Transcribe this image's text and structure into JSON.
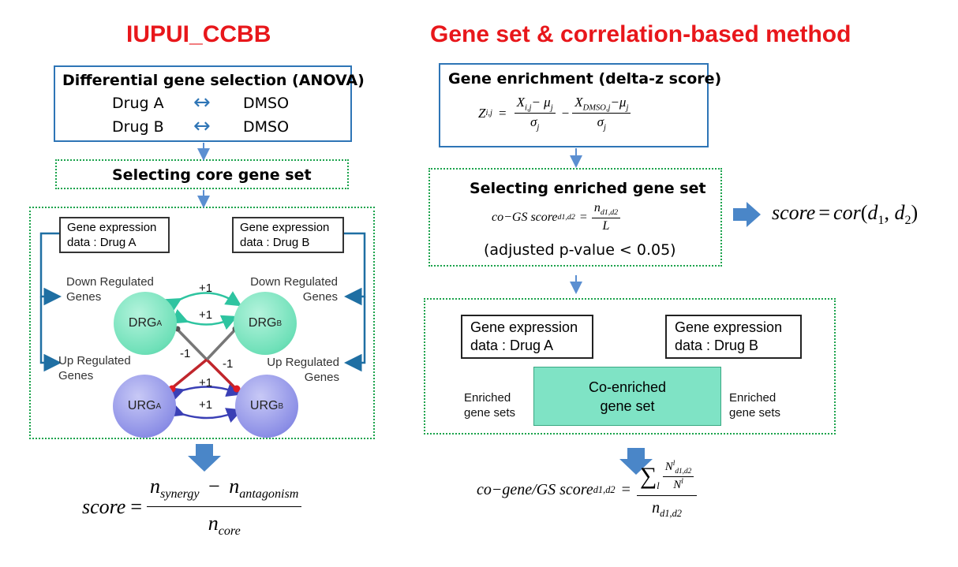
{
  "left": {
    "title": "IUPUI_CCBB",
    "anova": {
      "title": "Differential gene selection (ANOVA)",
      "rows": [
        {
          "drug": "Drug A",
          "arrow": "↔",
          "ref": "DMSO"
        },
        {
          "drug": "Drug B",
          "arrow": "↔",
          "ref": "DMSO"
        }
      ]
    },
    "core_title": "Selecting core gene set",
    "network": {
      "expr_a": [
        "Gene expression",
        "data : Drug A"
      ],
      "expr_b": [
        "Gene expression",
        "data : Drug B"
      ],
      "down_left": [
        "Down Regulated",
        "Genes"
      ],
      "down_right": [
        "Down Regulated",
        "Genes"
      ],
      "up_left": [
        "Up Regulated",
        "Genes"
      ],
      "up_right": [
        "Up Regulated",
        "Genes"
      ],
      "drg_a": {
        "base": "DRG",
        "sub": "A"
      },
      "drg_b": {
        "base": "DRG",
        "sub": "B"
      },
      "urg_a": {
        "base": "URG",
        "sub": "A"
      },
      "urg_b": {
        "base": "URG",
        "sub": "B"
      },
      "plus_top_1": "+1",
      "plus_top_2": "+1",
      "minus_left": "-1",
      "minus_right": "-1",
      "plus_bottom_1": "+1",
      "plus_bottom_2": "+1"
    },
    "formula": {
      "lhs": "score",
      "eq": "=",
      "num_a": "n",
      "num_a_sub": "synergy",
      "minus": "−",
      "num_b": "n",
      "num_b_sub": "antagonism",
      "den": "n",
      "den_sub": "core"
    }
  },
  "right": {
    "title": "Gene set & correlation-based method",
    "enrichment": {
      "title": "Gene enrichment (delta-z score)",
      "lhs": "Z",
      "lhs_sub": "i,j",
      "eq": "=",
      "t1_num": "X",
      "t1_num_sub": "i,j",
      "t1_minus": "− μ",
      "t1_mu_sub": "j",
      "t1_den": "σ",
      "t1_den_sub": "j",
      "op": "−",
      "t2_num": "X",
      "t2_num_sub": "DMSO,j",
      "t2_minus": "−μ",
      "t2_mu_sub": "j",
      "t2_den": "σ",
      "t2_den_sub": "j"
    },
    "enriched_set": {
      "title": "Selecting enriched gene set",
      "lhs": "co−GS score",
      "lhs_sub": "d1,d2",
      "eq": "=",
      "num": "n",
      "num_sub": "d1,d2",
      "den": "L",
      "note": "(adjusted p-value < 0.05)"
    },
    "cor_formula": {
      "lhs": "score",
      "eq": "=",
      "rhs": "cor",
      "d1": "d",
      "d1_sub": "1",
      "d2": "d",
      "d2_sub": "2"
    },
    "coenrich": {
      "expr_a": [
        "Gene expression",
        "data : Drug A"
      ],
      "expr_b": [
        "Gene expression",
        "data : Drug B"
      ],
      "center": [
        "Co-enriched",
        "gene set"
      ],
      "left_label": [
        "Enriched",
        "gene sets"
      ],
      "right_label": [
        "Enriched",
        "gene sets"
      ]
    },
    "final_formula": {
      "lhs": "co−gene/GS score",
      "lhs_sub": "d1,d2",
      "eq": "=",
      "sum": "∑",
      "sum_sub": "l",
      "inner_num": "N",
      "inner_num_sup": "l",
      "inner_num_sub": "d1,d2",
      "inner_den": "N",
      "inner_den_sup": "l",
      "den": "n",
      "den_sub": "d1,d2"
    }
  },
  "colors": {
    "title": "#e8171b",
    "box_border": "#2e75b6",
    "dotted_border": "#1ba34c",
    "arrow_block": "#4a86c8",
    "drg_fill": "#6ee0b8",
    "urg_fill": "#8c8fe6",
    "coenrich_fill": "#7fe3c5",
    "red_edge": "#c0262c"
  }
}
